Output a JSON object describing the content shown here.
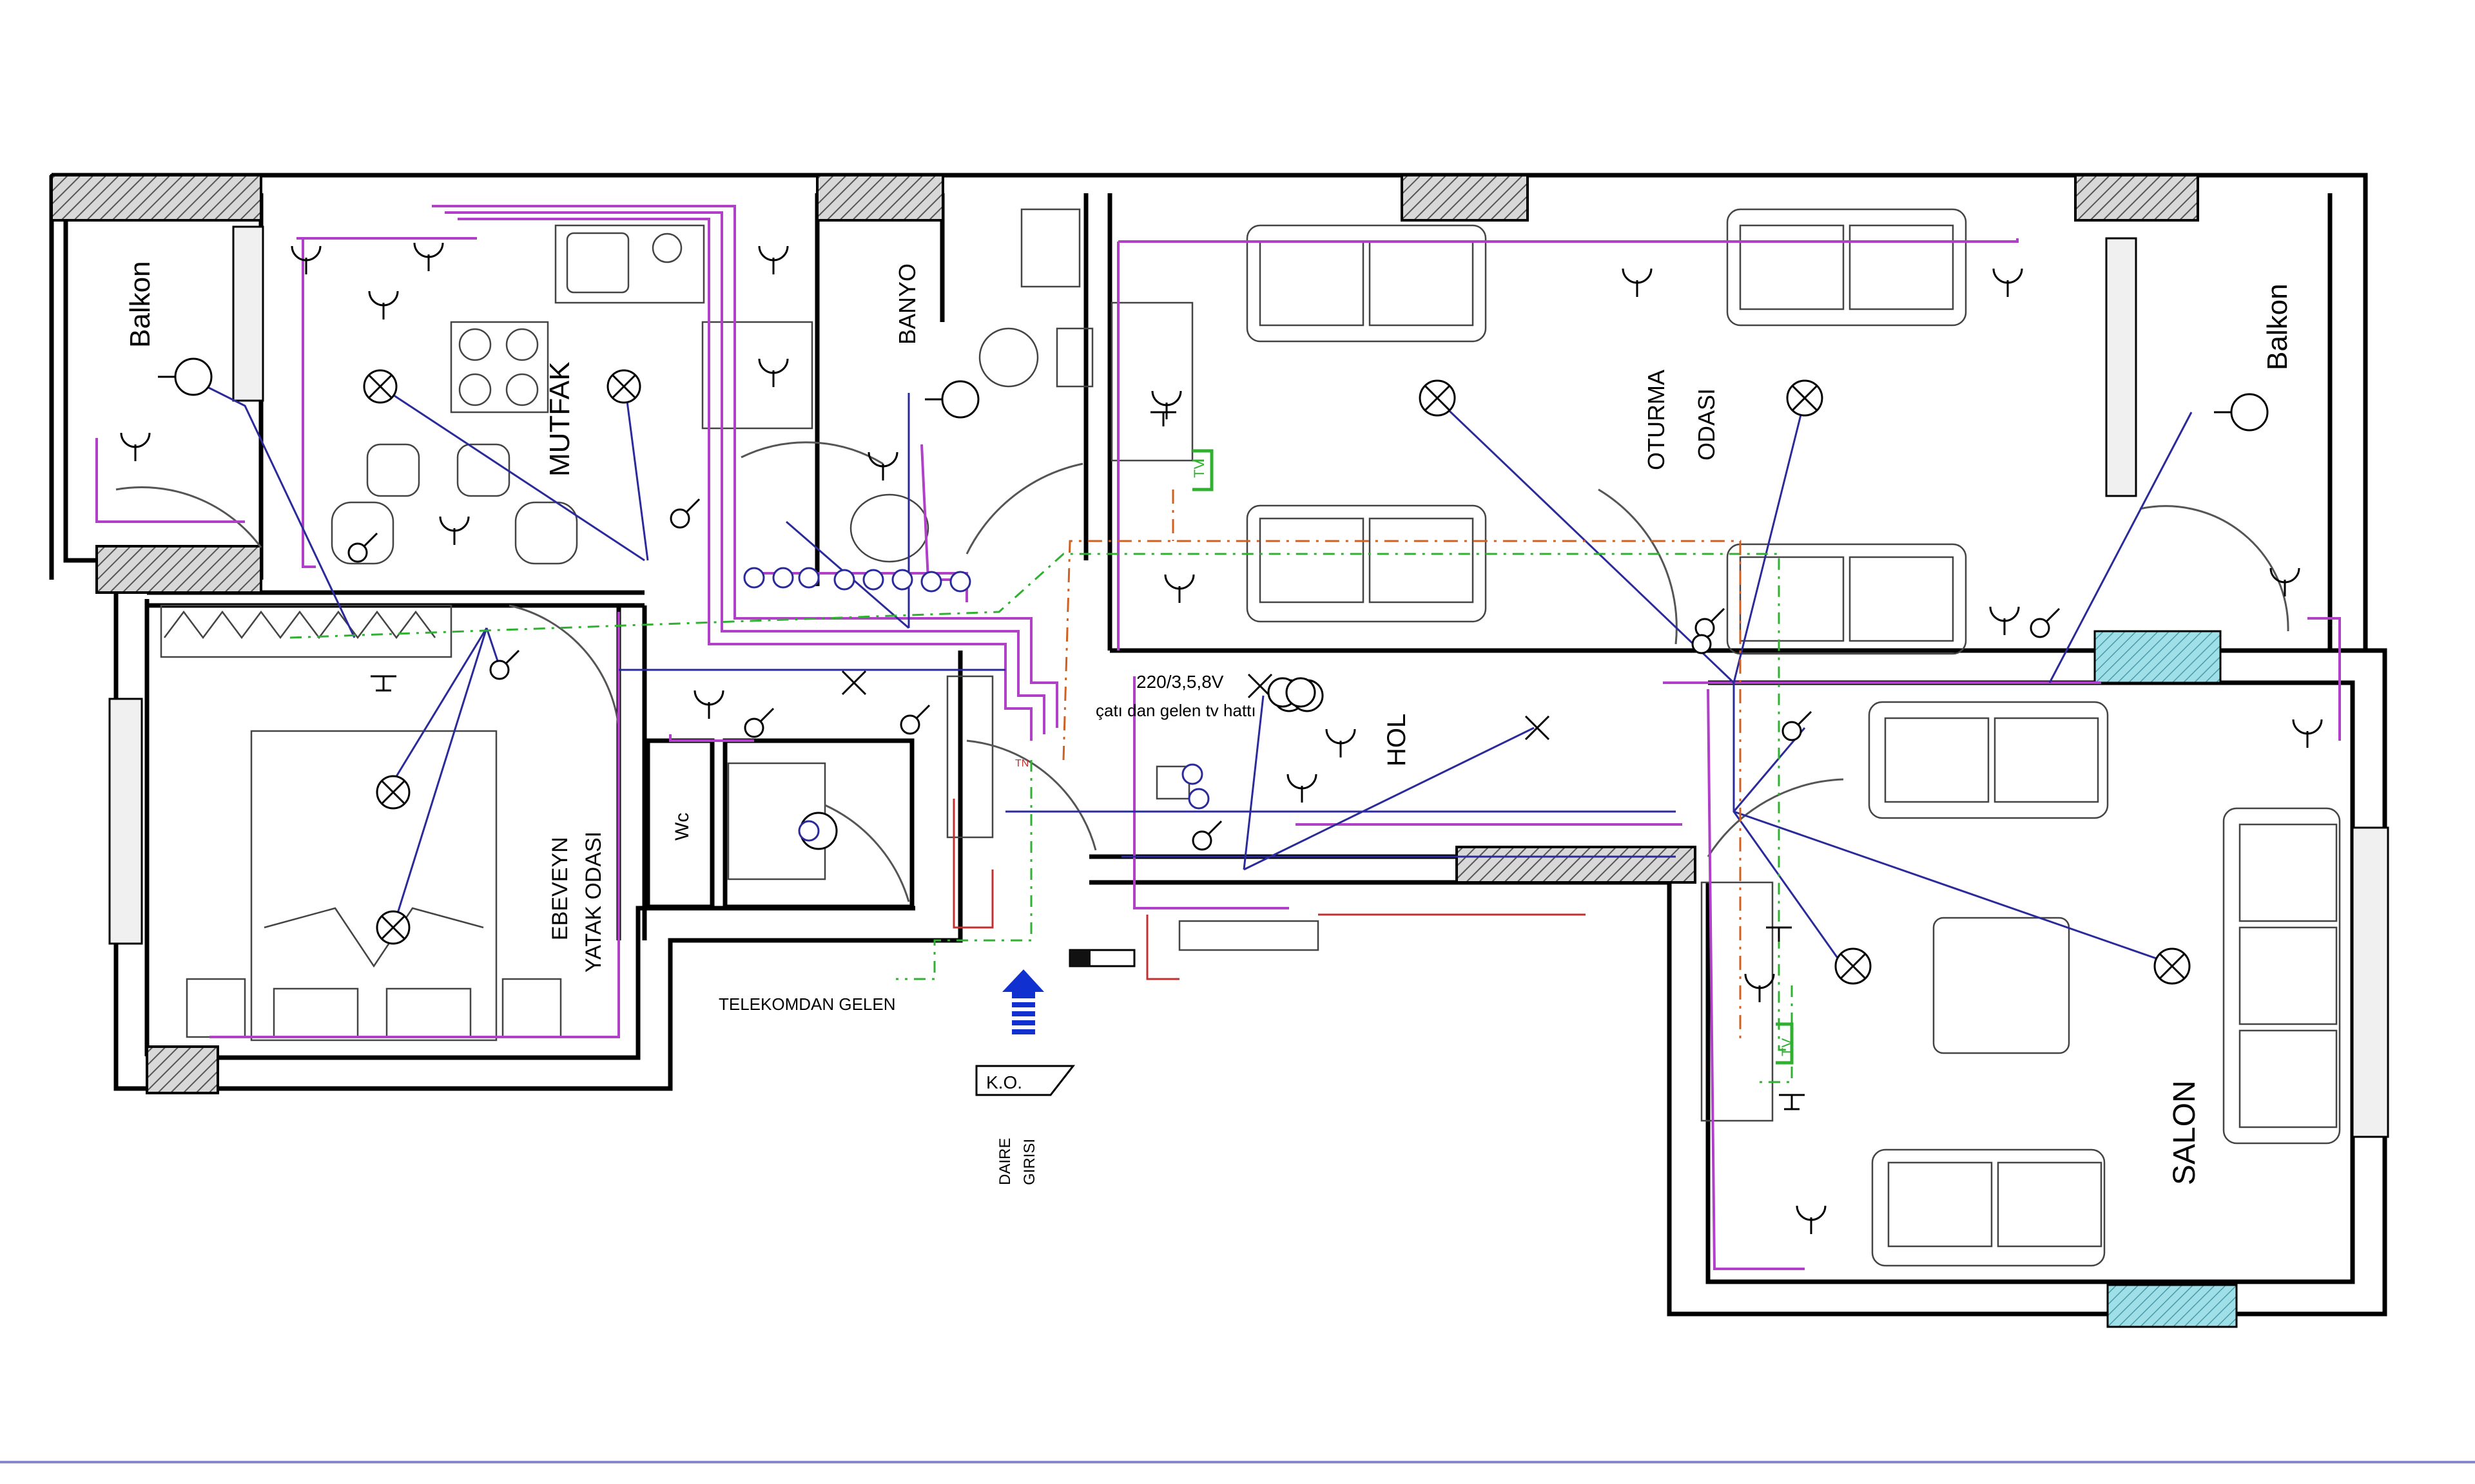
{
  "rooms": {
    "balkon_left": "Balkon",
    "balkon_right": "Balkon",
    "mutfak": "MUTFAK",
    "banyo": "BANYO",
    "oturma_1": "OTURMA",
    "oturma_2": "ODASI",
    "hol": "HOL",
    "ebeveyn_1": "EBEVEYN",
    "ebeveyn_2": "YATAK ODASI",
    "wc": "Wc",
    "salon": "SALON"
  },
  "annotations": {
    "voltage": "220/3,5,8V",
    "tv_feed": "çatı dan gelen tv hattı",
    "telekom": "TELEKOMDAN GELEN",
    "ko": "K.O.",
    "daire_1": "DAIRE",
    "daire_2": "GIRISI",
    "tv_1": "TV",
    "tv_2": "TV",
    "tn": "TN"
  },
  "colors": {
    "wall": "#000000",
    "socket_line": "#b040c8",
    "lighting_line": "#2a2a9a",
    "phone_line": "#30b030",
    "tv_line": "#d06020",
    "feed_line": "#c03030",
    "entry_arrow": "#1030d0",
    "window_glass": "#9fe0e8"
  },
  "icons": {
    "lamp": "lamp-cross-icon",
    "socket": "socket-icon",
    "switch": "switch-icon",
    "entry": "entry-arrow-icon"
  }
}
